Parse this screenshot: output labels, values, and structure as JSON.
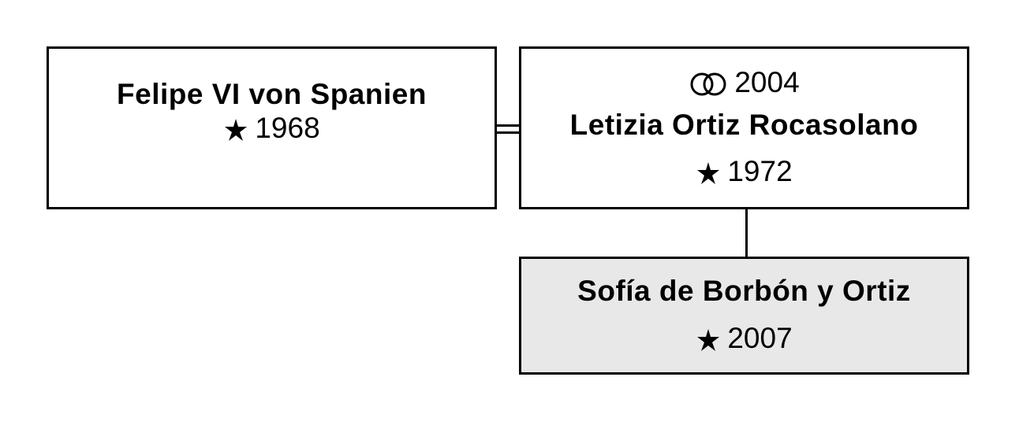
{
  "persons": [
    {
      "name": "Felipe VI von Spanien",
      "birth_year": "1968"
    },
    {
      "marriage_year": "2004",
      "name": "Letizia Ortiz Rocasolano",
      "birth_year": "1972"
    },
    {
      "name": "Sofía de Borbón y Ortiz",
      "birth_year": "2007",
      "highlighted": true
    }
  ],
  "colors": {
    "highlight_fill": "#e8e8e8",
    "border": "#000000"
  }
}
